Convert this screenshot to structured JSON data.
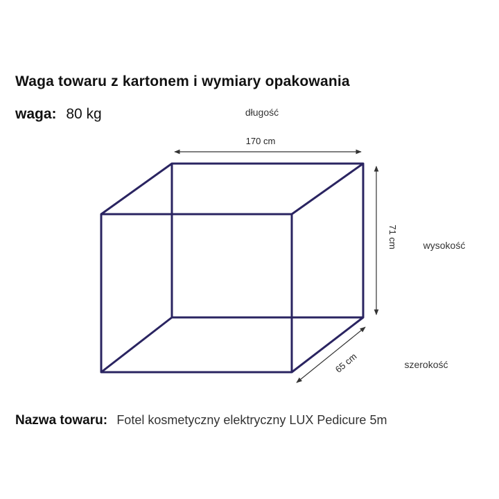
{
  "title": "Waga towaru z kartonem i wymiary opakowania",
  "weight": {
    "label": "waga:",
    "value": "80 kg"
  },
  "dimensions": {
    "length": {
      "label": "długość",
      "value": "170 cm"
    },
    "height": {
      "label": "wysokość",
      "value": "71 cm"
    },
    "width": {
      "label": "szerokość",
      "value": "65 cm"
    }
  },
  "product": {
    "label": "Nazwa towaru:",
    "value": "Fotel kosmetyczny elektryczny LUX Pedicure 5m"
  },
  "colors": {
    "box_edge": "#2a2461",
    "dimension_line": "#333333"
  }
}
